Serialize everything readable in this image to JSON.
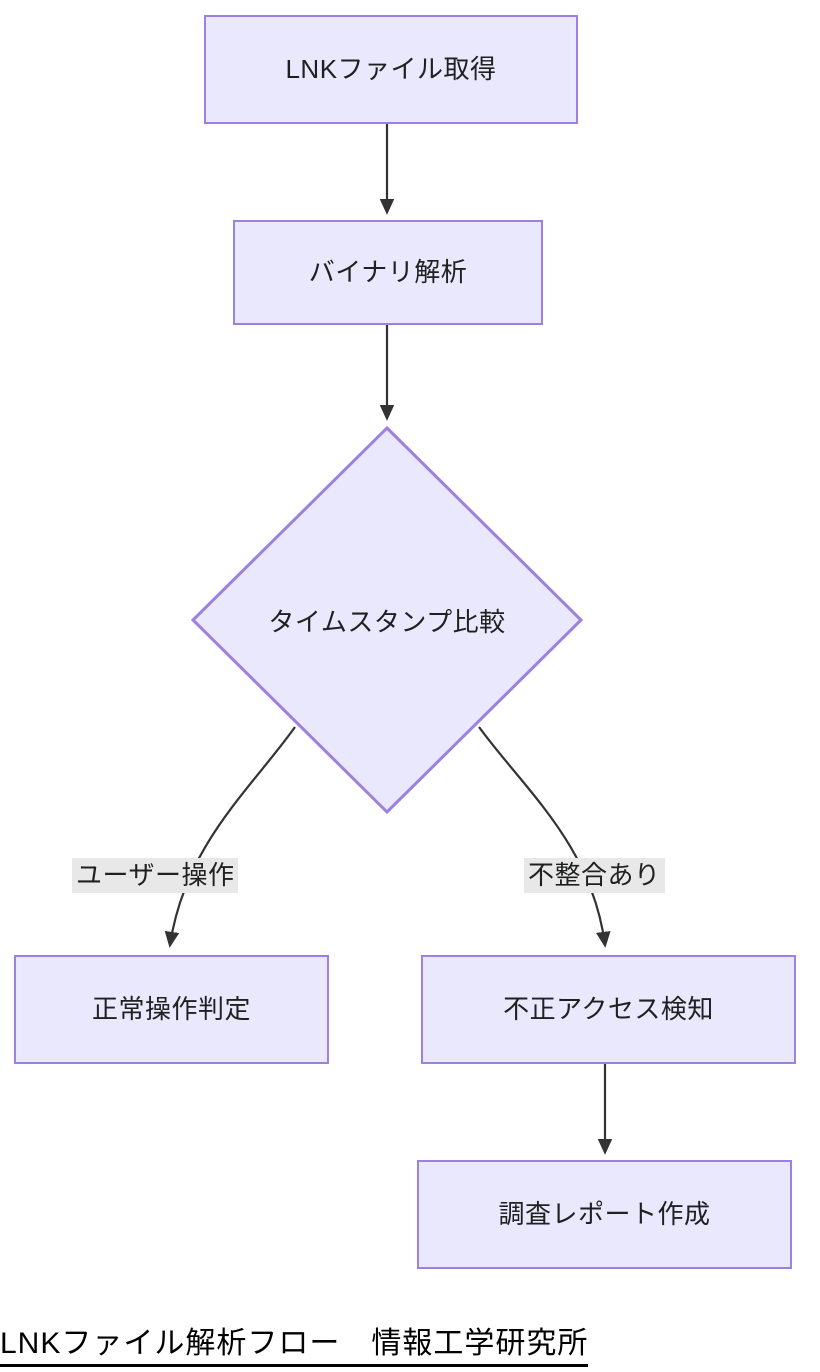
{
  "diagram": {
    "type": "flowchart",
    "direction": "top-down",
    "theme": {
      "node_fill": "#e9e8fc",
      "node_border": "#9d80e0",
      "edge_color": "#333333",
      "edge_label_bg": "#e8e8e8",
      "text_color": "#1f2020",
      "background": "#ffffff"
    },
    "nodes": [
      {
        "id": "n1",
        "label": "LNKファイル取得",
        "shape": "rect"
      },
      {
        "id": "n2",
        "label": "バイナリ解析",
        "shape": "rect"
      },
      {
        "id": "n3",
        "label": "タイムスタンプ比較",
        "shape": "diamond"
      },
      {
        "id": "n4",
        "label": "正常操作判定",
        "shape": "rect"
      },
      {
        "id": "n5",
        "label": "不正アクセス検知",
        "shape": "rect"
      },
      {
        "id": "n6",
        "label": "調査レポート作成",
        "shape": "rect"
      }
    ],
    "edges": [
      {
        "from": "n1",
        "to": "n2",
        "label": ""
      },
      {
        "from": "n2",
        "to": "n3",
        "label": ""
      },
      {
        "from": "n3",
        "to": "n4",
        "label": "ユーザー操作"
      },
      {
        "from": "n3",
        "to": "n5",
        "label": "不整合あり"
      },
      {
        "from": "n5",
        "to": "n6",
        "label": ""
      }
    ]
  },
  "caption": {
    "text": "LNKファイル解析フロー　情報工学研究所"
  }
}
